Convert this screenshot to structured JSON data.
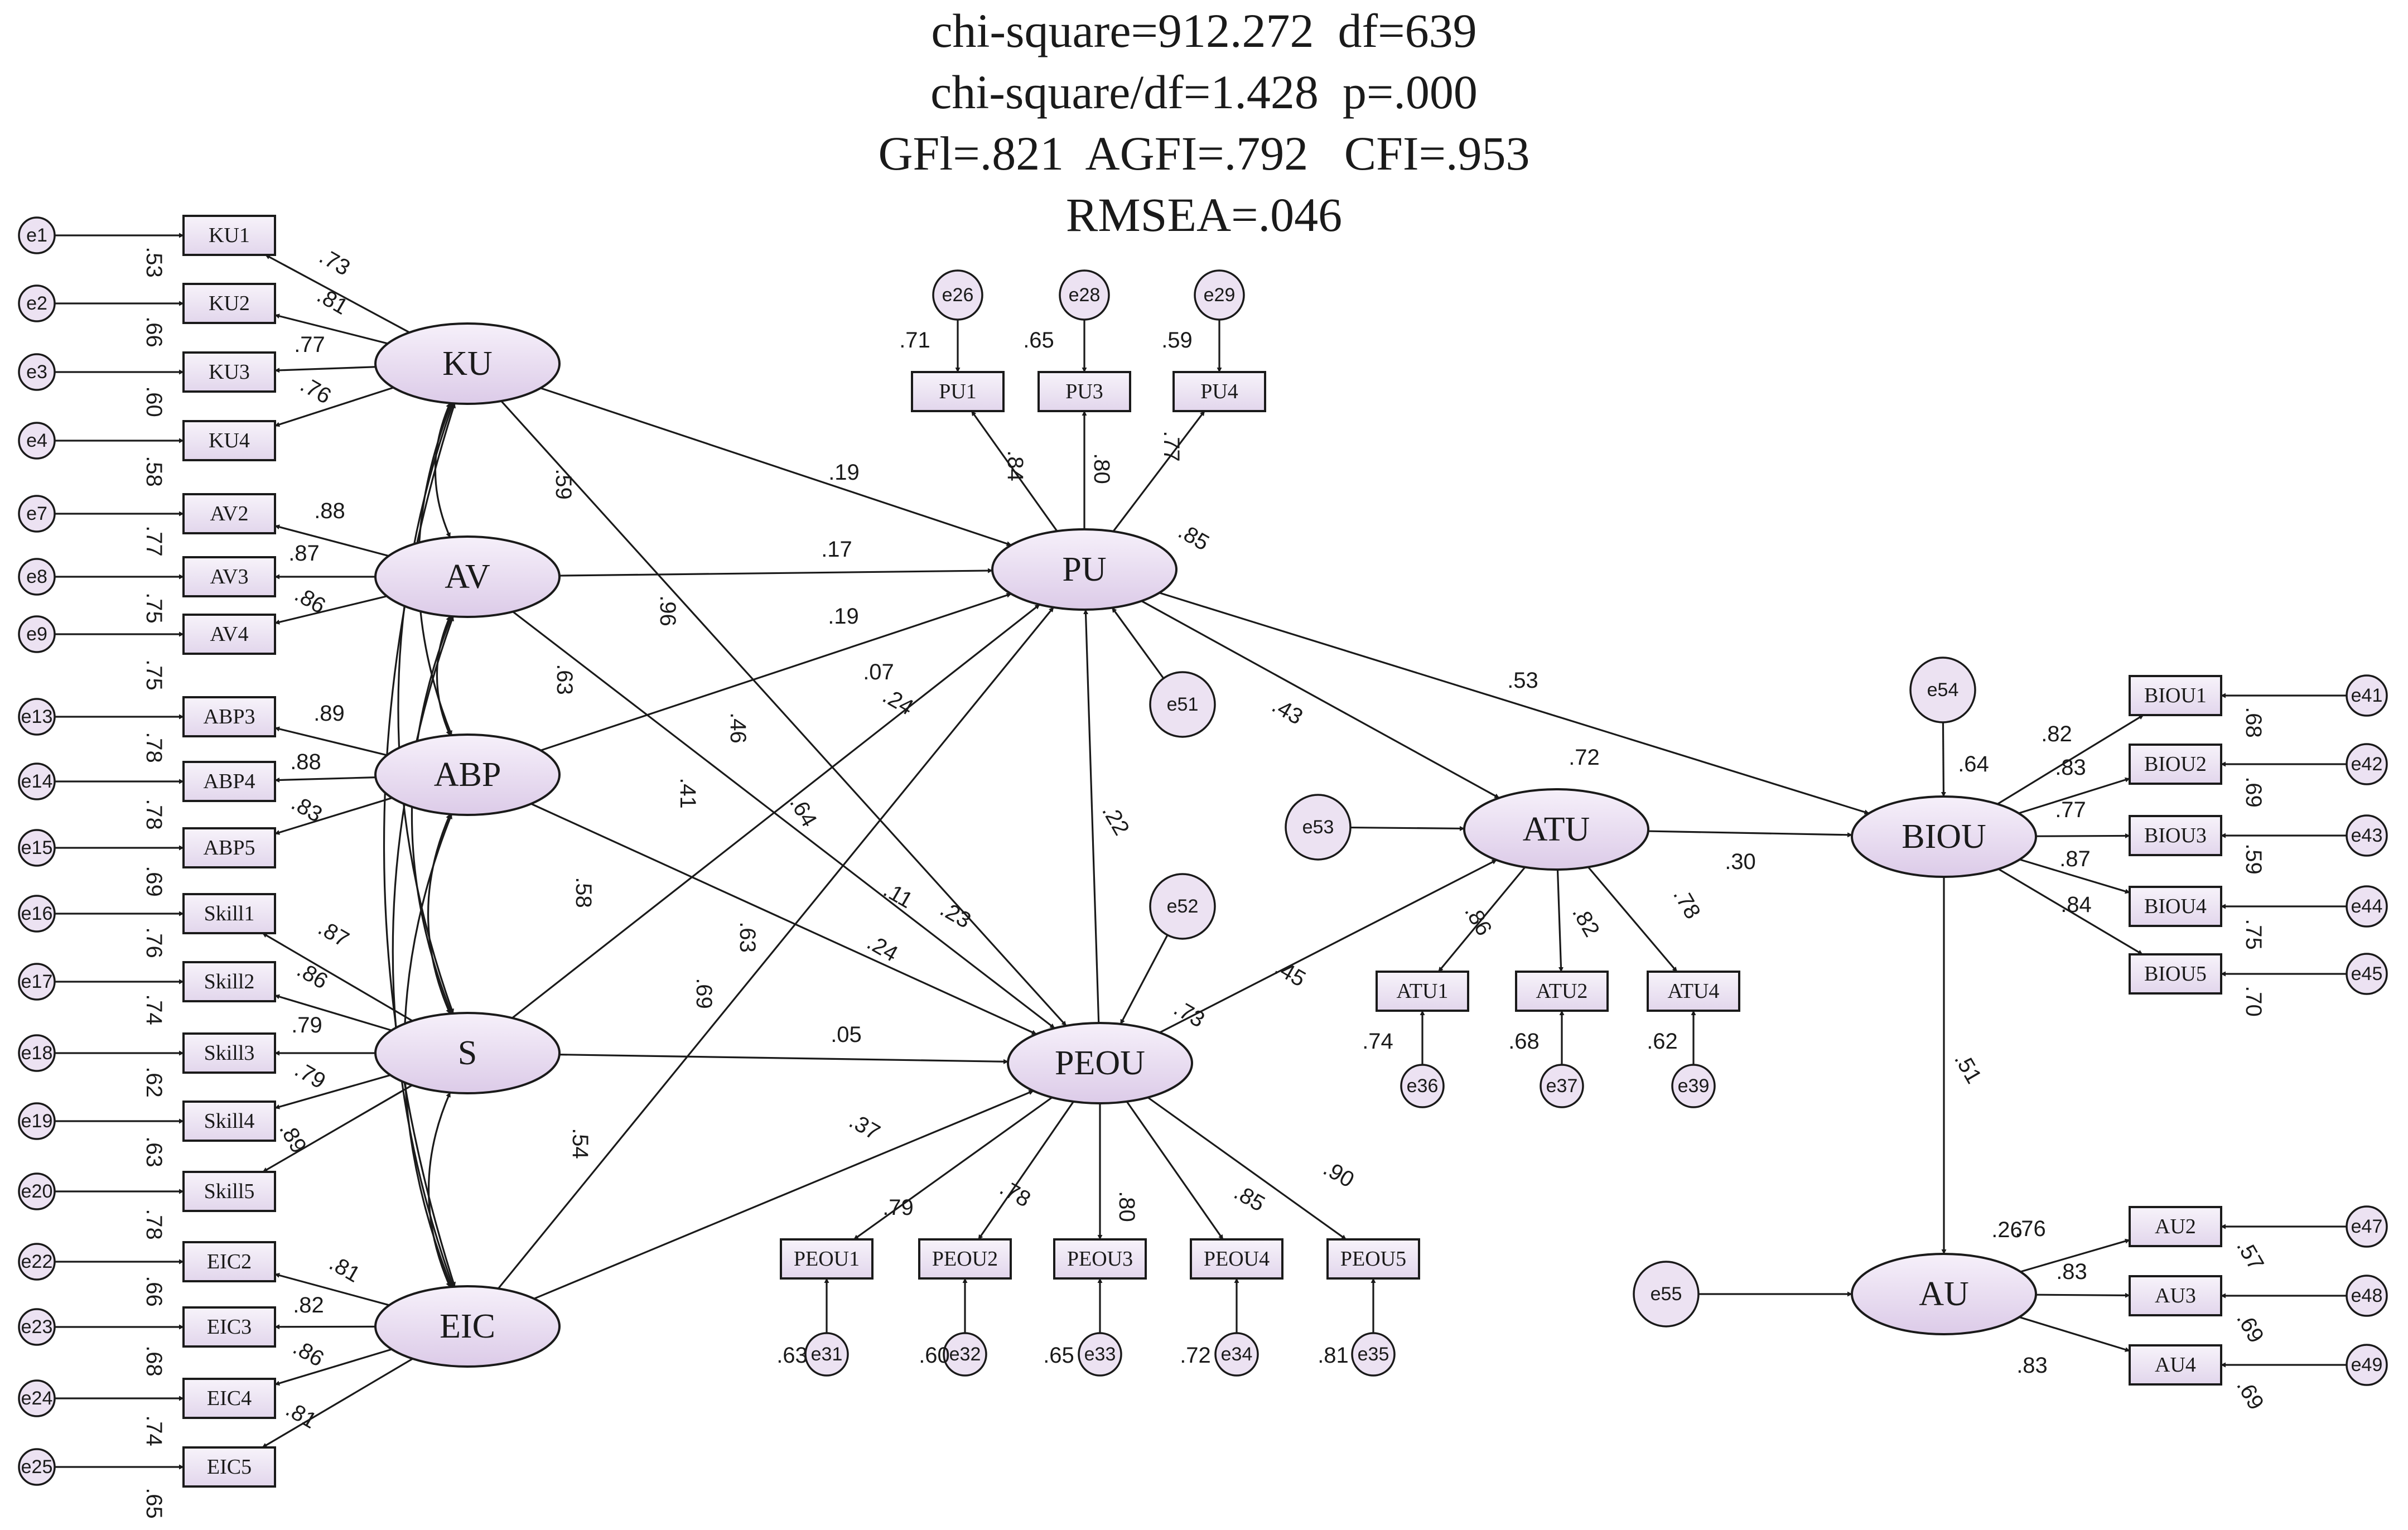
{
  "fit_stats": [
    "chi-square=912.272  df=639",
    "chi-square/df=1.428  p=.000",
    "GFl=.821  AGFI=.792   CFI=.953",
    "RMSEA=.046"
  ],
  "latents": [
    "KU",
    "AV",
    "ABP",
    "S",
    "EIC",
    "PU",
    "PEOU",
    "ATU",
    "BIOU",
    "AU"
  ],
  "indicators": [
    "KU1",
    "KU2",
    "KU3",
    "KU4",
    "AV2",
    "AV3",
    "AV4",
    "ABP3",
    "ABP4",
    "ABP5",
    "Skill1",
    "Skill2",
    "Skill3",
    "Skill4",
    "Skill5",
    "EIC2",
    "EIC3",
    "EIC4",
    "EIC5",
    "PU1",
    "PU3",
    "PU4",
    "PEOU1",
    "PEOU2",
    "PEOU3",
    "PEOU4",
    "PEOU5",
    "ATU1",
    "ATU2",
    "ATU4",
    "BIOU1",
    "BIOU2",
    "BIOU3",
    "BIOU4",
    "BIOU5",
    "AU2",
    "AU3",
    "AU4"
  ],
  "errors": [
    "e1",
    "e2",
    "e3",
    "e4",
    "e7",
    "e8",
    "e9",
    "e13",
    "e14",
    "e15",
    "e16",
    "e17",
    "e18",
    "e19",
    "e20",
    "e22",
    "e23",
    "e24",
    "e25",
    "e26",
    "e28",
    "e29",
    "e31",
    "e32",
    "e33",
    "e34",
    "e35",
    "e36",
    "e37",
    "e39",
    "e41",
    "e42",
    "e43",
    "e44",
    "e45",
    "e47",
    "e48",
    "e49",
    "e51",
    "e52",
    "e53",
    "e54",
    "e55"
  ],
  "coefficients": [
    ".73",
    ".81",
    ".77",
    ".76",
    ".53",
    ".66",
    ".60",
    ".58",
    ".88",
    ".87",
    ".86",
    ".77",
    ".75",
    ".75",
    ".89",
    ".88",
    ".83",
    ".78",
    ".78",
    ".69",
    ".87",
    ".86",
    ".79",
    ".79",
    ".89",
    ".76",
    ".74",
    ".62",
    ".63",
    ".78",
    ".81",
    ".82",
    ".86",
    ".81",
    ".66",
    ".68",
    ".74",
    ".65",
    ".71",
    ".65",
    ".59",
    ".84",
    ".80",
    ".77",
    ".85",
    ".79",
    ".78",
    ".80",
    ".85",
    ".90",
    ".63",
    ".60",
    ".65",
    ".72",
    ".81",
    ".73",
    ".86",
    ".82",
    ".78",
    ".74",
    ".68",
    ".62",
    ".72",
    ".82",
    ".83",
    ".77",
    ".87",
    ".84",
    ".68",
    ".69",
    ".59",
    ".75",
    ".70",
    ".64",
    ".76",
    ".83",
    ".83",
    ".57",
    ".69",
    ".69",
    ".26",
    ".59",
    ".96",
    ".63",
    ".46",
    ".41",
    ".64",
    ".58",
    ".69",
    ".63",
    ".54",
    ".19",
    ".17",
    ".19",
    ".07",
    ".24",
    ".11",
    ".23",
    ".24",
    ".05",
    ".37",
    ".22",
    ".43",
    ".45",
    ".53",
    ".30",
    ".51"
  ]
}
